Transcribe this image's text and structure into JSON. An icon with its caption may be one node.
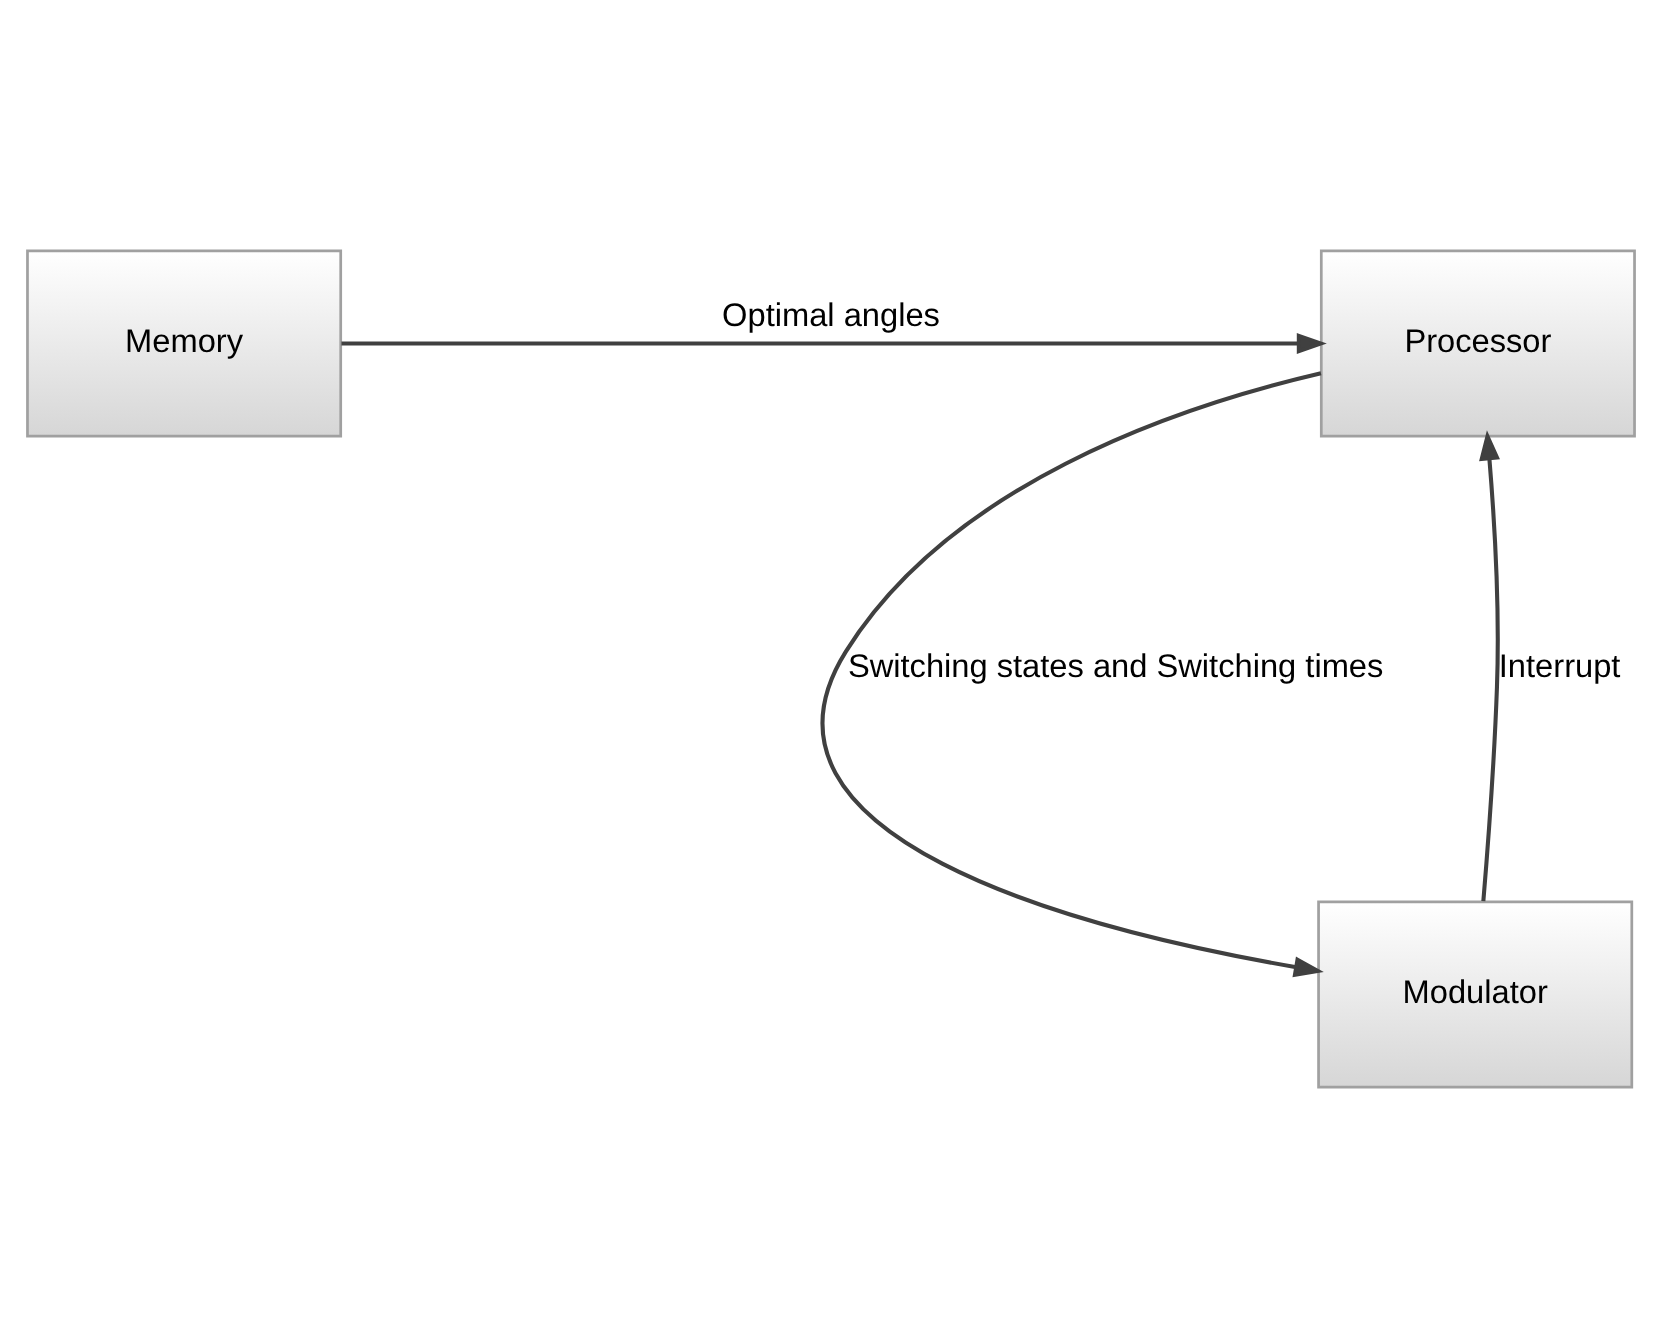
{
  "diagram": {
    "nodes": [
      {
        "text": [
          "Processor"
        ]
      },
      {
        "text": [
          "Memory"
        ]
      },
      {
        "text": [
          "Modulator"
        ]
      }
    ],
    "edges": [
      {
        "from": 1,
        "to": 0,
        "arrow": "to",
        "label": "Optimal angles"
      },
      {
        "from": 0,
        "to": 2,
        "arrow": "to",
        "label": "Switching states and Switching times"
      },
      {
        "from": 2,
        "to": 0,
        "arrow": "to",
        "label": "Interrupt"
      }
    ]
  }
}
